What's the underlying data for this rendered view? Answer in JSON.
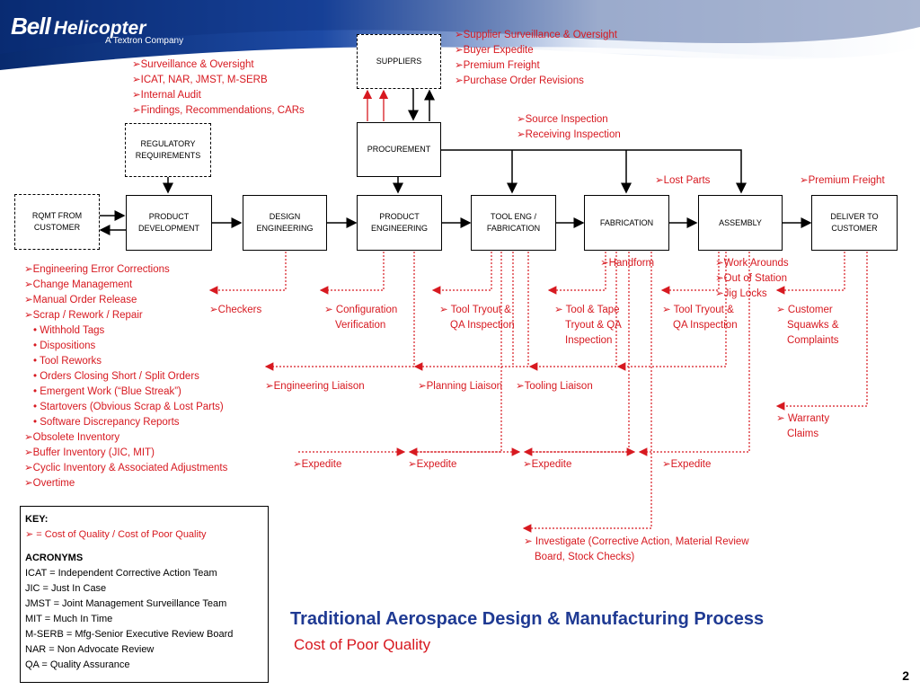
{
  "header": {
    "brand": "Bell Helicopter",
    "company": "A Textron Company"
  },
  "boxes": {
    "suppliers": "SUPPLIERS",
    "regulatory": "REGULATORY REQUIREMENTS",
    "procurement": "PROCUREMENT",
    "rqmt": "RQMT FROM CUSTOMER",
    "product_dev": "PRODUCT DEVELOPMENT",
    "design_eng": "DESIGN ENGINEERING",
    "product_eng": "PRODUCT ENGINEERING",
    "tool_eng": "TOOL ENG / FABRICATION",
    "fabrication": "FABRICATION",
    "assembly": "ASSEMBLY",
    "deliver": "DELIVER TO CUSTOMER"
  },
  "notes": {
    "suppliers": [
      "Supplier Surveillance & Oversight",
      "Buyer Expedite",
      "Premium Freight",
      "Purchase Order Revisions"
    ],
    "regulatory": [
      "Surveillance & Oversight",
      "ICAT, NAR, JMST, M-SERB",
      "Internal Audit",
      "Findings, Recommendations, CARs"
    ],
    "procurement": [
      "Source Inspection",
      "Receiving Inspection"
    ],
    "lost_parts": "Lost Parts",
    "premium_freight": "Premium Freight",
    "handform": "Handform",
    "assembly_issues": [
      "Work Arounds",
      "Out of Station",
      "Jig Locks"
    ],
    "engineering": {
      "items_a": [
        "Engineering Error Corrections",
        "Change Management",
        "Manual Order Release",
        "Scrap / Rework / Repair"
      ],
      "bullets": [
        "Withhold Tags",
        "Dispositions",
        "Tool Reworks",
        "Orders Closing Short / Split Orders",
        "Emergent Work (“Blue Streak”)",
        "Startovers (Obvious Scrap & Lost Parts)",
        "Software Discrepancy Reports"
      ],
      "items_b": [
        "Obsolete Inventory",
        "Buffer Inventory (JIC, MIT)",
        "Cyclic Inventory & Associated Adjustments",
        "Overtime"
      ]
    },
    "checkers": "Checkers",
    "config": [
      "Configuration",
      "Verification"
    ],
    "tool_tryout1": [
      "Tool Tryout &",
      "QA Inspection"
    ],
    "tool_tape": [
      "Tool & Tape",
      "Tryout & QA",
      "Inspection"
    ],
    "tool_tryout2": [
      "Tool Tryout &",
      "QA Inspection"
    ],
    "customer_squawks": [
      "Customer",
      "Squawks &",
      "Complaints"
    ],
    "eng_liaison": "Engineering Liaison",
    "planning_liaison": "Planning Liaison",
    "tooling_liaison": "Tooling Liaison",
    "warranty": [
      "Warranty",
      "Claims"
    ],
    "expedite": [
      "Expedite",
      "Expedite",
      "Expedite",
      "Expedite"
    ],
    "investigate": [
      "Investigate (Corrective Action, Material Review",
      "Board, Stock Checks)"
    ]
  },
  "key": {
    "heading": "KEY:",
    "symbol_desc": " = Cost of Quality / Cost of Poor Quality",
    "acronyms_heading": "ACRONYMS",
    "acronyms": [
      "ICAT = Independent Corrective Action Team",
      "JIC = Just In Case",
      "JMST = Joint Management Surveillance Team",
      "MIT = Much In Time",
      "M-SERB = Mfg-Senior Executive Review Board",
      "NAR = Non Advocate Review",
      "QA = Quality Assurance"
    ]
  },
  "title": "Traditional Aerospace Design & Manufacturing Process",
  "subtitle": "Cost of Poor Quality",
  "page_number": "2",
  "colors": {
    "accent_red": "#d71920",
    "title_blue": "#1f3a93",
    "banner_blue": "#0b2f7a"
  }
}
